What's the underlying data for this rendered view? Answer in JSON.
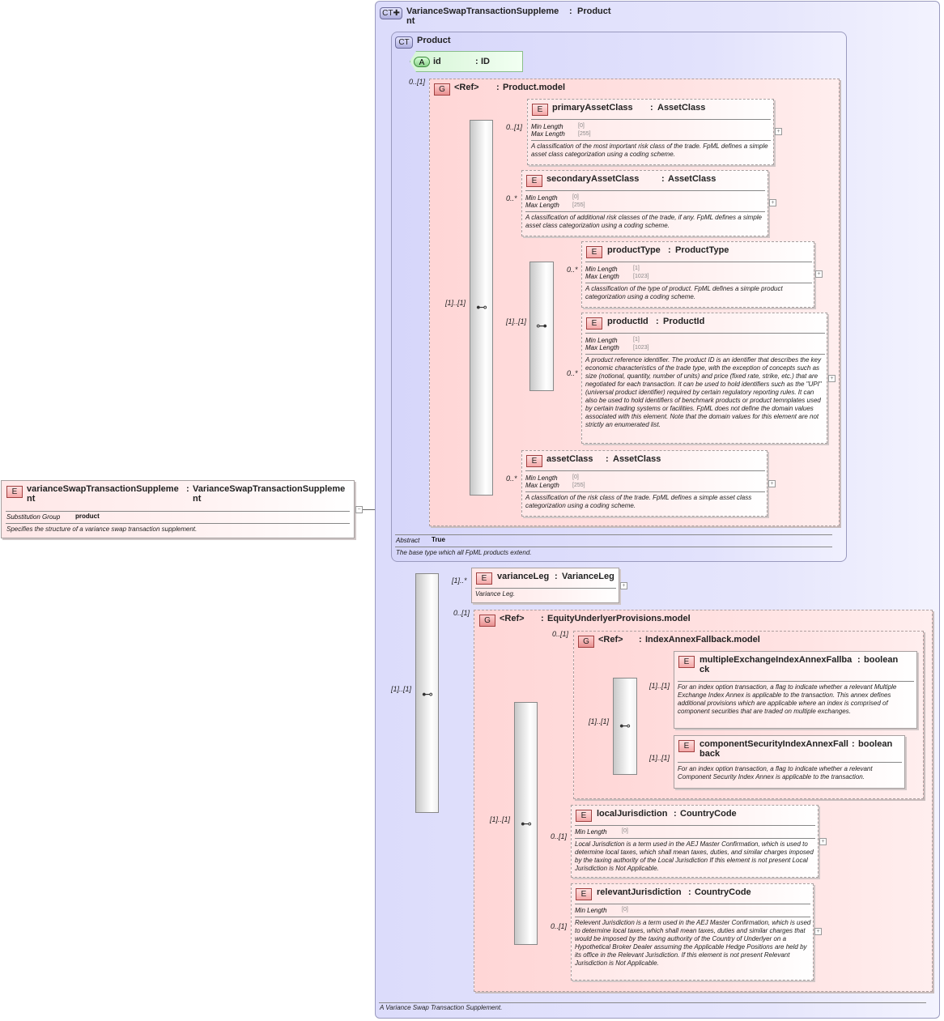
{
  "root": {
    "badge": "E",
    "name": "varianceSwapTransactionSuppleme\nnt",
    "type": "VarianceSwapTransactionSuppleme\nnt",
    "subst_label": "Substitution Group",
    "subst_value": "product",
    "doc": "Specifies the structure of a variance swap transaction supplement."
  },
  "outer": {
    "badge": "CT",
    "name": "VarianceSwapTransactionSuppleme\nnt",
    "type": "Product",
    "doc": "A Variance Swap Transaction Supplement."
  },
  "product": {
    "badge": "CT",
    "name": "Product",
    "abstract_label": "Abstract",
    "abstract_value": "True",
    "doc": "The base type which all FpML products extend."
  },
  "attr_id": {
    "badge": "A",
    "name": "id",
    "type": "ID",
    "card": "0..[1]"
  },
  "product_model": {
    "badge": "G",
    "ref": "<Ref>",
    "name": "Product.model",
    "card": "[1]..[1]"
  },
  "primaryAssetClass": {
    "badge": "E",
    "name": "primaryAssetClass",
    "type": "AssetClass",
    "card": "0..[1]",
    "min_label": "Min Length",
    "min": "[0]",
    "max_label": "Max Length",
    "max": "[255]",
    "doc": "A classification of the most important risk class of the trade. FpML defines a simple asset class categorization using a coding scheme."
  },
  "secondaryAssetClass": {
    "badge": "E",
    "name": "secondaryAssetClass",
    "type": "AssetClass",
    "card": "0..*",
    "min_label": "Min Length",
    "min": "[0]",
    "max_label": "Max Length",
    "max": "[255]",
    "doc": "A classification of additional risk classes of the trade, if any. FpML defines a simple asset class categorization using a coding scheme."
  },
  "choice1": {
    "card": "[1]..[1]"
  },
  "productType": {
    "badge": "E",
    "name": "productType",
    "type": "ProductType",
    "card": "0..*",
    "min_label": "Min Length",
    "min": "[1]",
    "max_label": "Max Length",
    "max": "[1023]",
    "doc": "A classification of the type of product. FpML defines a simple product categorization using a coding scheme."
  },
  "productId": {
    "badge": "E",
    "name": "productId",
    "type": "ProductId",
    "card": "0..*",
    "min_label": "Min Length",
    "min": "[1]",
    "max_label": "Max Length",
    "max": "[1023]",
    "doc": "A product reference identifier. The product ID is an identifier that describes the key economic characteristics of the trade type, with the exception of concepts such as size (notional, quantity, number of units) and price (fixed rate, strike, etc.) that are negotiated for each transaction. It can be used to hold identifiers such as the \"UPI\" (universal product identifier) required by certain regulatory reporting rules. It can also be used to hold identifiers of benchmark products or product temnplates used by certain trading systems or facilities. FpML does not define the domain values associated with this element. Note that the domain values for this element are not strictly an enumerated list."
  },
  "assetClass": {
    "badge": "E",
    "name": "assetClass",
    "type": "AssetClass",
    "card": "0..*",
    "min_label": "Min Length",
    "min": "[0]",
    "max_label": "Max Length",
    "max": "[255]",
    "doc": "A classification of the risk class of the trade. FpML defines a simple asset class categorization using a coding scheme."
  },
  "ext_seq": {
    "card": "[1]..[1]"
  },
  "varianceLeg": {
    "badge": "E",
    "name": "varianceLeg",
    "type": "VarianceLeg",
    "card": "[1]..*",
    "doc": "Variance Leg."
  },
  "equity_model": {
    "badge": "G",
    "ref": "<Ref>",
    "name": "EquityUnderlyerProvisions.model",
    "card": "0..[1]"
  },
  "equity_seq": {
    "card": "[1]..[1]"
  },
  "index_model": {
    "badge": "G",
    "ref": "<Ref>",
    "name": "IndexAnnexFallback.model",
    "card": "0..[1]"
  },
  "index_seq": {
    "card": "[1]..[1]"
  },
  "multipleExchange": {
    "badge": "E",
    "name": "multipleExchangeIndexAnnexFallba\nck",
    "type": "boolean",
    "card": "[1]..[1]",
    "doc": "For an index option transaction, a flag to indicate whether a relevant Multiple Exchange Index Annex is applicable to the transaction. This annex defines additional provisions which are applicable where an index is comprised of component securities that are traded on multiple exchanges."
  },
  "componentSecurity": {
    "badge": "E",
    "name": "componentSecurityIndexAnnexFall\nback",
    "type": "boolean",
    "card": "[1]..[1]",
    "doc": "For an index option transaction, a flag to indicate whether a relevant Component Security Index Annex is applicable to the transaction."
  },
  "localJurisdiction": {
    "badge": "E",
    "name": "localJurisdiction",
    "type": "CountryCode",
    "card": "0..[1]",
    "min_label": "Min Length",
    "min": "[0]",
    "doc": "Local Jurisdiction is a term used in the AEJ Master Confirmation, which is used to determine local taxes, which shall mean taxes, duties, and similar charges imposed by the taxing authority of the Local Jurisdiction If this element is not present Local Jurisdiction is Not Applicable."
  },
  "relevantJurisdiction": {
    "badge": "E",
    "name": "relevantJurisdiction",
    "type": "CountryCode",
    "card": "0..[1]",
    "min_label": "Min Length",
    "min": "[0]",
    "doc": "Relevent Jurisdiction is a term used in the AEJ Master Confirmation, which is used to determine local taxes, which shall mean taxes, duties and similar charges that would be imposed by the taxing authority of the Country of Underlyer on a Hypothetical Broker Dealer assuming the Applicable Hedge Positions are held by its office in the Relevant Jurisdiction. If this element is not present Relevant Jurisdiction is Not Applicable."
  },
  "colon": ":",
  "plus": "+",
  "minus": "−"
}
